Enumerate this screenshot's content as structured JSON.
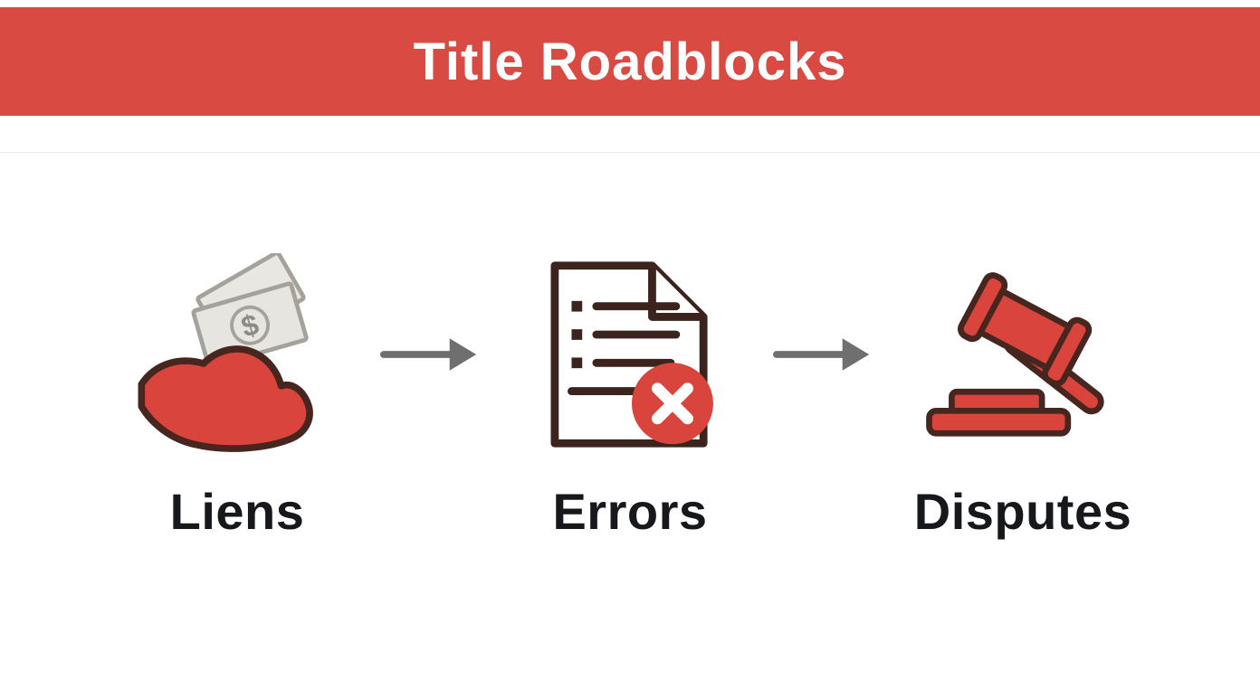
{
  "header": {
    "title": "Title Roadblocks",
    "background_color": "#d94a42",
    "text_color": "#ffffff"
  },
  "diagram": {
    "items": [
      {
        "label": "Liens",
        "icon": "hand-money-icon"
      },
      {
        "label": "Errors",
        "icon": "document-error-icon"
      },
      {
        "label": "Disputes",
        "icon": "gavel-icon"
      }
    ],
    "currency_symbol": "$",
    "arrow_count": 2,
    "colors": {
      "accent_red": "#d9453d",
      "outline_dark": "#46261f",
      "arrow_gray": "#6f6f6f",
      "label_text": "#17181c",
      "bill_gray": "#e9e7e2",
      "bill_outline": "#a5a29b"
    }
  }
}
